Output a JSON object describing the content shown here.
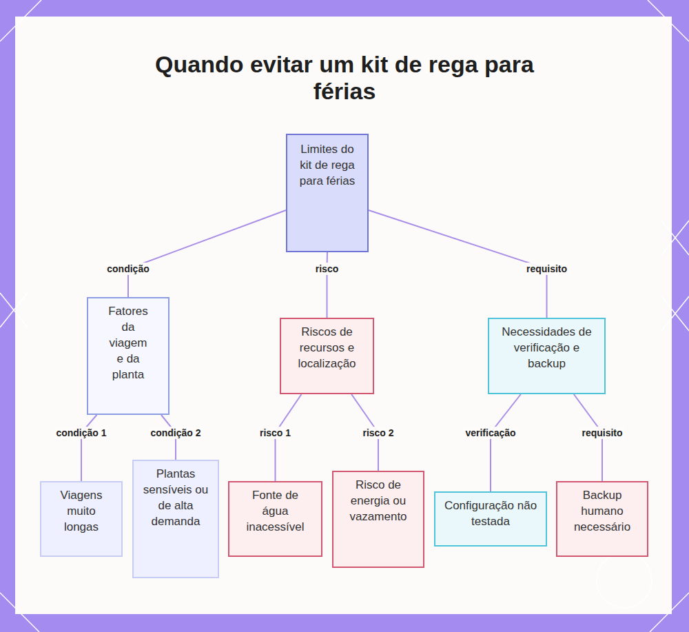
{
  "diagram": {
    "title": "Quando evitar um kit de rega para férias",
    "nodes": [
      {
        "text": [
          "Limites do kit de rega para férias"
        ]
      },
      {
        "text": [
          "Fatores da viagem e da planta"
        ]
      },
      {
        "text": [
          "Riscos de recursos e localização"
        ]
      },
      {
        "text": [
          "Necessidades de verificação e backup"
        ]
      },
      {
        "text": [
          "Viagens muito longas"
        ]
      },
      {
        "text": [
          "Plantas sensíveis ou de alta demanda"
        ]
      },
      {
        "text": [
          "Fonte de água inacessível"
        ]
      },
      {
        "text": [
          "Risco de energia ou vazamento"
        ]
      },
      {
        "text": [
          "Configuração não testada"
        ]
      },
      {
        "text": [
          "Backup humano necessário"
        ]
      }
    ],
    "edges": [
      {
        "from": 0,
        "to": 1,
        "label": "condição",
        "arrow": "none"
      },
      {
        "from": 0,
        "to": 2,
        "label": "risco",
        "arrow": "none"
      },
      {
        "from": 0,
        "to": 3,
        "label": "requisito",
        "arrow": "none"
      },
      {
        "from": 1,
        "to": 4,
        "label": "condição 1",
        "arrow": "none"
      },
      {
        "from": 1,
        "to": 5,
        "label": "condição 2",
        "arrow": "none"
      },
      {
        "from": 2,
        "to": 6,
        "label": "risco 1",
        "arrow": "none"
      },
      {
        "from": 2,
        "to": 7,
        "label": "risco 2",
        "arrow": "none"
      },
      {
        "from": 3,
        "to": 8,
        "label": "verificação",
        "arrow": "none"
      },
      {
        "from": 3,
        "to": 9,
        "label": "requisito",
        "arrow": "none"
      }
    ]
  }
}
